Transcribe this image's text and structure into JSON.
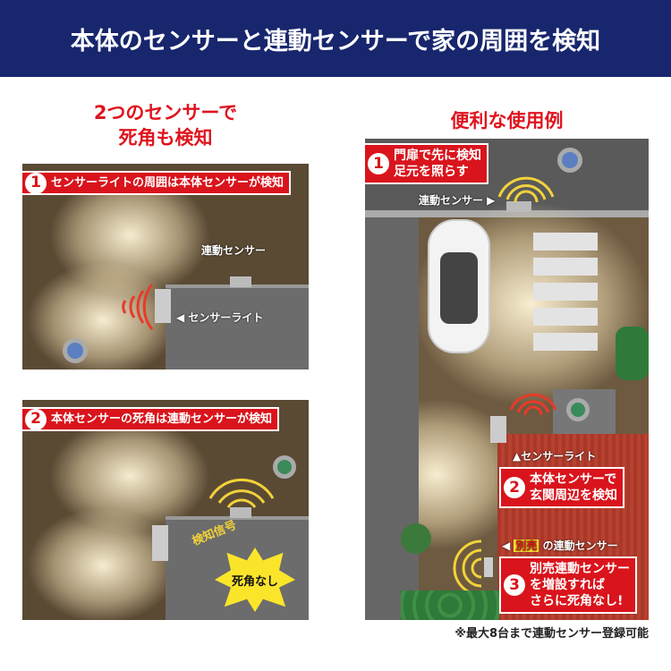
{
  "header": {
    "title": "本体のセンサーと連動センサーで家の周囲を検知"
  },
  "left": {
    "title_line1": "2つのセンサーで",
    "title_line2": "死角も検知",
    "panel1": {
      "number": "1",
      "label": "センサーライトの周囲は本体センサーが検知",
      "linked_sensor": "連動センサー",
      "sensor_light": "◀ センサーライト"
    },
    "panel2": {
      "number": "2",
      "label": "本体センサーの死角は連動センサーが検知",
      "signal": "検知信号",
      "no_blind_spot": "死角なし"
    }
  },
  "right": {
    "title": "便利な使用例",
    "callout1": {
      "number": "1",
      "line1": "門扉で先に検知",
      "line2": "足元を照らす"
    },
    "linked_sensor": "連動センサー ▶",
    "sensor_light": "▲センサーライト",
    "callout2": {
      "number": "2",
      "line1": "本体センサーで",
      "line2": "玄関周辺を検知"
    },
    "optional_badge": "別売",
    "optional_sensor": "の連動センサー",
    "callout3": {
      "number": "3",
      "line1": "別売連動センサー",
      "line2": "を増設すれば",
      "line3": "さらに死角なし!"
    }
  },
  "footnote": "※最大8台まで連動センサー登録可能",
  "colors": {
    "header": "#17266d",
    "accent_red": "#d9141c",
    "wave_red": "#e83a2a",
    "wave_yellow": "#f2d23a"
  }
}
